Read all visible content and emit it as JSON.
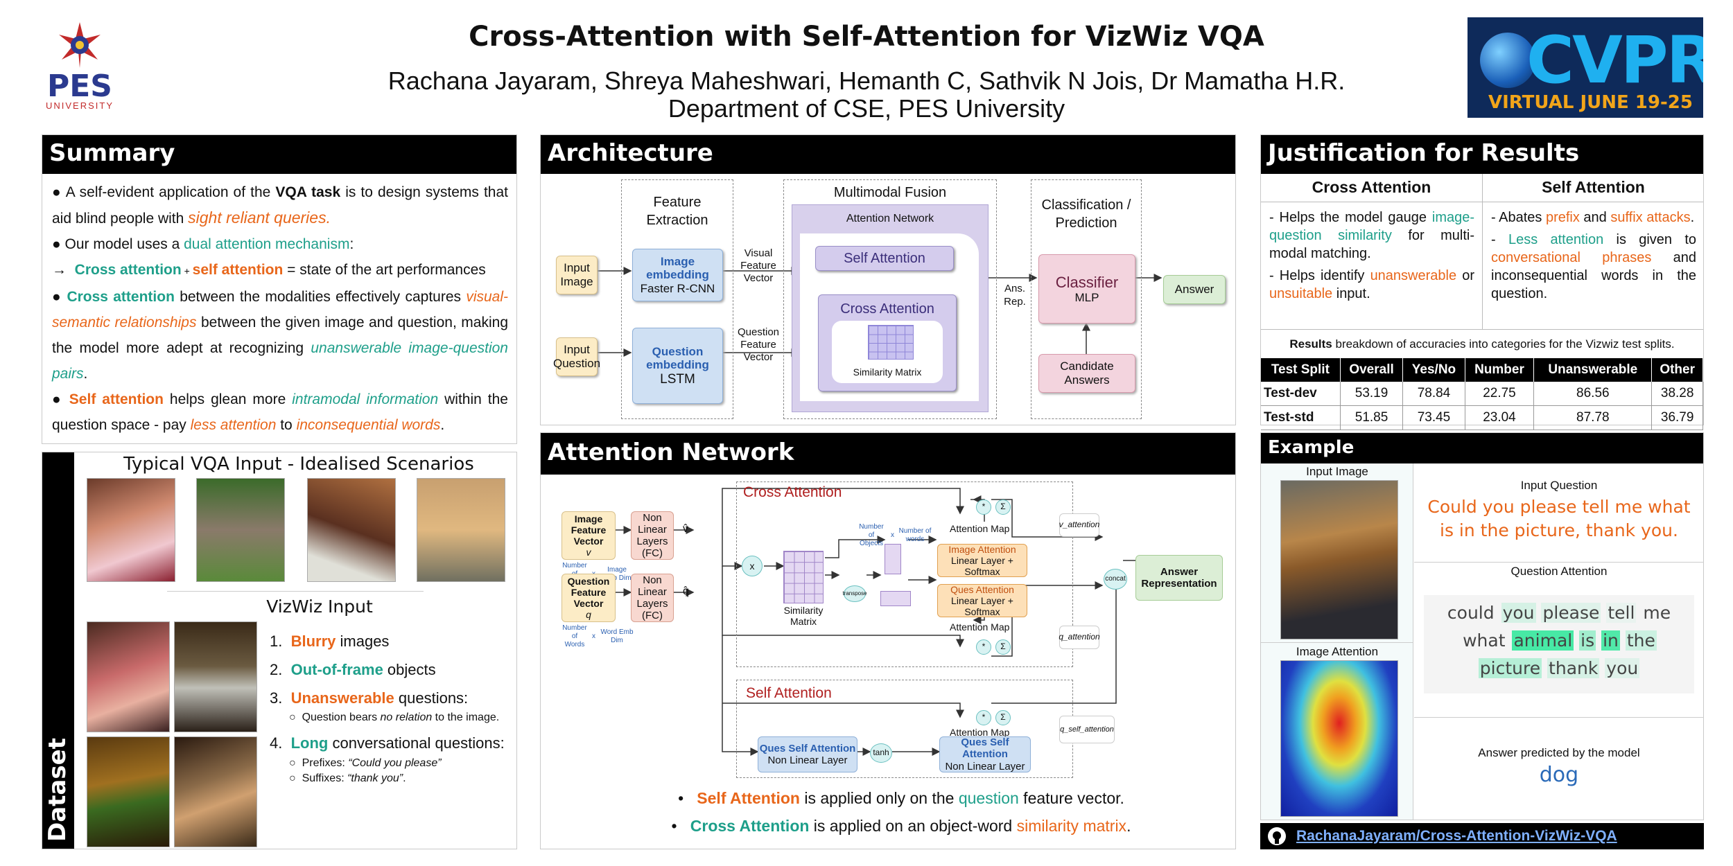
{
  "header": {
    "title": "Cross-Attention with Self-Attention for VizWiz VQA",
    "authors": "Rachana Jayaram,  Shreya Maheshwari, Hemanth C,  Sathvik N Jois,  Dr Mamatha H.R.",
    "affiliation": "Department of CSE, PES University",
    "logo_left_text": "PES",
    "logo_left_sub": "UNIVERSITY",
    "logo_right_text": "CVPR",
    "logo_right_sub": "VIRTUAL JUNE 19-25"
  },
  "summary": {
    "title": "Summary",
    "b1_a": "A self-evident application of the ",
    "b1_b": "VQA task",
    "b1_c": " is to design systems that aid blind people with ",
    "b1_d": "sight reliant queries.",
    "b2_a": "Our model uses a ",
    "b2_b": "dual attention mechanism",
    "b2_c": ":",
    "b3_arrow": "→",
    "b3_a": "Cross attention",
    "b3_b": " + ",
    "b3_c": "self attention",
    "b3_d": " = state of the art performances",
    "b4_a": "Cross attention",
    "b4_b": " between the modalities effectively captures ",
    "b4_c": "visual-semantic relationships",
    "b4_d": " between the given image and question, making the model more adept at recognizing ",
    "b4_e": "unanswerable image-question pairs",
    "b4_f": ".",
    "b5_a": "Self attention",
    "b5_b": " helps glean more ",
    "b5_c": "intramodal information",
    "b5_d": " within the question space - pay ",
    "b5_e": "less attention",
    "b5_f": " to ",
    "b5_g": "inconsequential words",
    "b5_h": "."
  },
  "dataset": {
    "side_label": "Dataset",
    "typical_title": "Typical VQA Input - Idealised Scenarios",
    "vizwiz_title": "VizWiz Input",
    "items": [
      {
        "num": "1.",
        "hl": "Blurry",
        "rest": " images",
        "color": "#e8661a"
      },
      {
        "num": "2.",
        "hl": "Out-of-frame",
        "rest": " objects",
        "color": "#1e9f8a"
      },
      {
        "num": "3.",
        "hl": "Unanswerable",
        "rest": " questions:",
        "color": "#e8661a"
      },
      {
        "num": "4.",
        "hl": "Long",
        "rest": " conversational questions:",
        "color": "#1e9f8a"
      }
    ],
    "sub3_a": "Question bears ",
    "sub3_b": "no relation",
    "sub3_c": " to the image.",
    "sub4a_a": "Prefixes: ",
    "sub4a_b": "“Could you please”",
    "sub4b_a": "Suffixes: ",
    "sub4b_b": "“thank you”",
    "sub4b_c": "."
  },
  "architecture": {
    "title": "Architecture",
    "feat_title": "Feature Extraction",
    "fusion_title": "Multimodal Fusion",
    "attn_net": "Attention Network",
    "class_title": "Classification / Prediction",
    "input_image": "Input Image",
    "input_question": "Input Question",
    "img_emb_a": "Image embedding",
    "img_emb_b": "Faster R-CNN",
    "q_emb_a": "Question embedding",
    "q_emb_b": "LSTM",
    "vis_vec": "Visual Feature Vector",
    "q_vec": "Question Feature Vector",
    "self_att": "Self Attention",
    "cross_att": "Cross Attention",
    "sim_matrix": "Similarity Matrix",
    "ans_rep": "Ans. Rep.",
    "classifier_a": "Classifier",
    "classifier_b": "MLP",
    "candidate": "Candidate Answers",
    "answer": "Answer"
  },
  "attention_network": {
    "title": "Attention Network",
    "cross_label": "Cross Attention",
    "self_label": "Self Attention",
    "img_feat_a": "Image Feature Vector",
    "img_feat_v": "v",
    "q_feat_a": "Question Feature Vector",
    "q_feat_q": "q",
    "nl1": "Non Linear Layers (FC)",
    "nl2": "Non Linear Layers (FC)",
    "dim_img_a": "Number of Objects",
    "dim_img_b": "Image Emb Dim",
    "dim_q_a": "Number of Words",
    "dim_q_b": "Word Emb Dim",
    "v_hat": "v̂",
    "q_hat": "q̂",
    "sim": "Similarity Matrix",
    "transpose": "transpose",
    "times": "x",
    "n_obj": "Number of Objects",
    "n_words": "Number of words",
    "img_att_a": "Image Attention",
    "img_att_b": "Linear Layer + Softmax",
    "q_att_a": "Ques Attention",
    "q_att_b": "Linear Layer + Softmax",
    "att_map": "Attention Map",
    "v_att": "v_attention",
    "q_att": "q_attention",
    "q_self_att": "q_self_attention",
    "concat": "concat",
    "ans_rep": "Answer Representation",
    "qs1_a": "Ques Self Attention",
    "qs1_b": "Non Linear Layer",
    "qs2_a": "Ques Self Attention",
    "qs2_b": "Non Linear Layer",
    "tanh": "tanh",
    "star": "*",
    "sigma": "Σ",
    "note1_a": "Self Attention",
    "note1_b": " is applied only on the ",
    "note1_c": "question",
    "note1_d": " feature vector.",
    "note2_a": "Cross Attention",
    "note2_b": " is applied on an object-word ",
    "note2_c": "similarity matrix",
    "note2_d": "."
  },
  "justification": {
    "title": "Justification for Results",
    "col1": "Cross Attention",
    "col2": "Self Attention",
    "c1_1a": "Helps the model gauge ",
    "c1_1b": "image-question similarity",
    "c1_1c": " for multi-modal matching.",
    "c1_2a": "Helps identify ",
    "c1_2b": "unanswerable",
    "c1_2c": " or ",
    "c1_2d": "unsuitable",
    "c1_2e": " input.",
    "c2_1a": "Abates ",
    "c2_1b": "prefix",
    "c2_1c": " and ",
    "c2_1d": "suffix attacks",
    "c2_1e": ".",
    "c2_2a": "Less attention",
    "c2_2b": " is given to ",
    "c2_2c": "conversational phrases",
    "c2_2d": " and inconsequential words in the question.",
    "results_a": "Results",
    "results_b": " breakdown of accuracies into categories for the Vizwiz test splits.",
    "table_headers": [
      "Test Split",
      "Overall",
      "Yes/No",
      "Number",
      "Unanswerable",
      "Other"
    ],
    "table_rows": [
      [
        "Test-dev",
        "53.19",
        "78.84",
        "22.75",
        "86.56",
        "38.28"
      ],
      [
        "Test-std",
        "51.85",
        "73.45",
        "23.04",
        "87.78",
        "36.79"
      ]
    ]
  },
  "example": {
    "title": "Example",
    "input_image": "Input Image",
    "image_attention": "Image Attention",
    "input_question_label": "Input Question",
    "input_question": "Could you please tell me what is in the picture, thank you.",
    "question_attention": "Question Attention",
    "qa_words": [
      {
        "w": "could",
        "a": 0.0
      },
      {
        "w": "you",
        "a": 0.15
      },
      {
        "w": "please",
        "a": 0.1
      },
      {
        "w": "tell",
        "a": 0.05
      },
      {
        "w": "me",
        "a": 0.0
      },
      {
        "w": "what",
        "a": 0.0
      },
      {
        "w": "animal",
        "a": 0.85
      },
      {
        "w": "is",
        "a": 0.4
      },
      {
        "w": "in",
        "a": 0.8
      },
      {
        "w": "the",
        "a": 0.2
      },
      {
        "w": "picture",
        "a": 0.3
      },
      {
        "w": "thank",
        "a": 0.15
      },
      {
        "w": "you",
        "a": 0.1
      }
    ],
    "answer_label": "Answer predicted by the model",
    "answer": "dog"
  },
  "footer": {
    "repo": "RachanaJayaram/Cross-Attention-VizWiz-VQA"
  }
}
